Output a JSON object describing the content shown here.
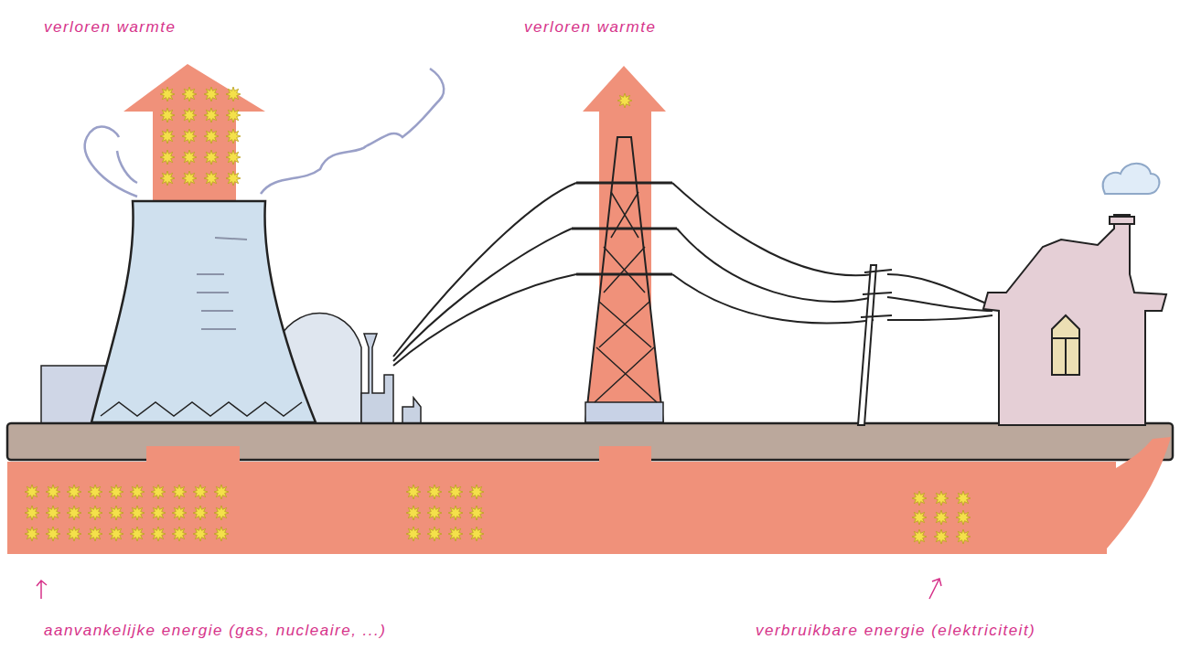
{
  "diagram": {
    "labels": [
      "verloren warmte",
      "verloren warmte",
      "aanvankelijke energie (gas, nucleaire, ...)",
      "verbruikbare energie (elektriciteit)"
    ]
  }
}
